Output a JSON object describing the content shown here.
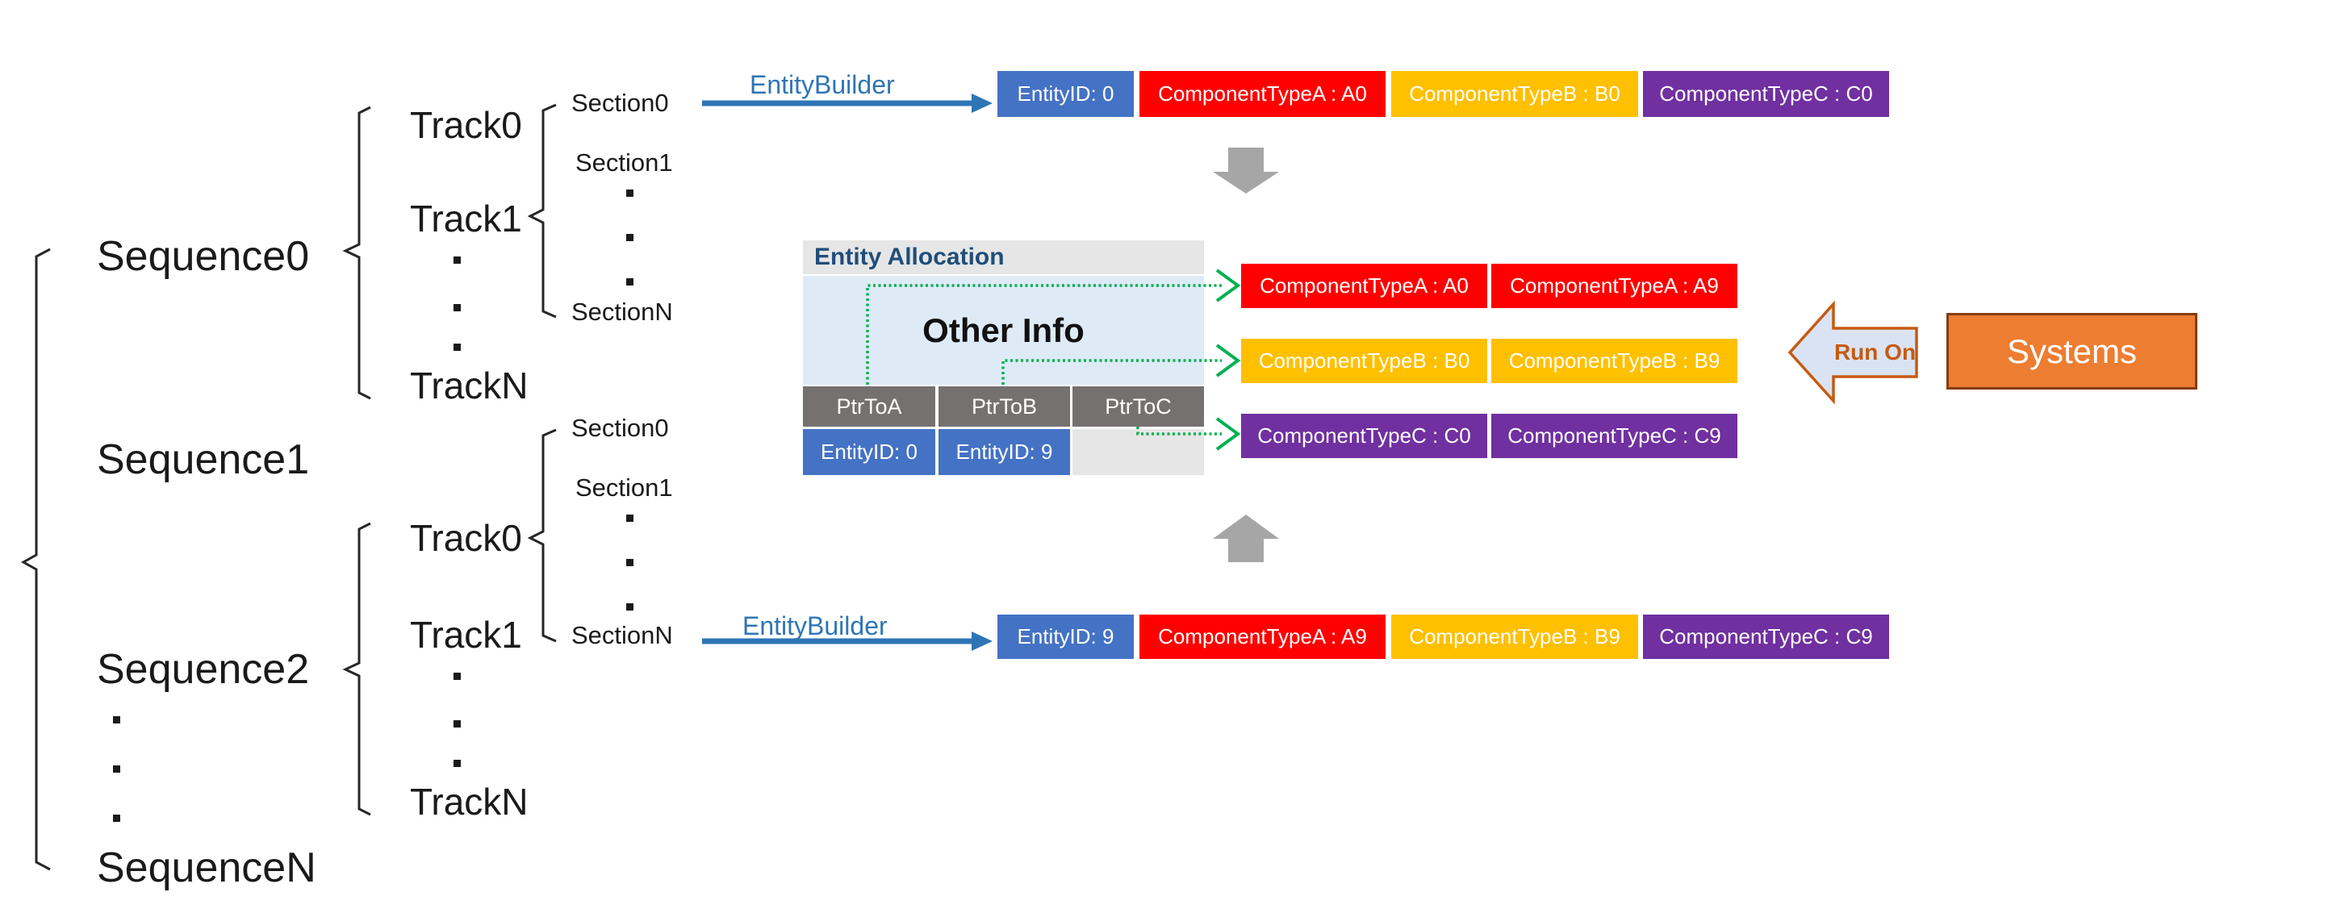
{
  "hierarchy": {
    "sequences": {
      "s0": "Sequence0",
      "s1": "Sequence1",
      "s2": "Sequence2",
      "sn": "SequenceN"
    },
    "tracks": {
      "t0": "Track0",
      "t1": "Track1",
      "tn": "TrackN"
    },
    "sections": {
      "s0": "Section0",
      "s1": "Section1",
      "sn": "SectionN"
    }
  },
  "builder": {
    "label": "EntityBuilder"
  },
  "entity_rows": {
    "top": {
      "id": "EntityID: 0",
      "a": "ComponentTypeA : A0",
      "b": "ComponentTypeB : B0",
      "c": "ComponentTypeC : C0"
    },
    "bottom": {
      "id": "EntityID: 9",
      "a": "ComponentTypeA : A9",
      "b": "ComponentTypeB : B9",
      "c": "ComponentTypeC : C9"
    }
  },
  "allocation": {
    "title": "Entity Allocation",
    "other_info": "Other Info",
    "ptr_headers": [
      "PtrToA",
      "PtrToB",
      "PtrToC"
    ],
    "entity_ids": [
      "EntityID: 0",
      "EntityID: 9"
    ]
  },
  "component_arrays": {
    "a": [
      "ComponentTypeA : A0",
      "ComponentTypeA : A9"
    ],
    "b": [
      "ComponentTypeB : B0",
      "ComponentTypeB : B9"
    ],
    "c": [
      "ComponentTypeC : C0",
      "ComponentTypeC : C9"
    ]
  },
  "systems": {
    "run_on_label": "Run On",
    "label": "Systems"
  },
  "colors": {
    "entity_blue": "#4472C4",
    "component_red": "#FF0000",
    "component_yellow": "#FFC000",
    "component_purple": "#7030A0",
    "pointer_gray": "#767171",
    "light_gray": "#E7E6E6",
    "light_blue": "#DEEBF7",
    "allocation_title_text": "#1F4E79",
    "builder_blue": "#2E75B6",
    "connector_green": "#00B050",
    "block_arrow_gray": "#A6A6A6",
    "run_on_fill": "#DAE3F3",
    "run_on_border": "#C55A11",
    "systems_orange": "#ED7D31",
    "systems_border": "#843C0C"
  }
}
